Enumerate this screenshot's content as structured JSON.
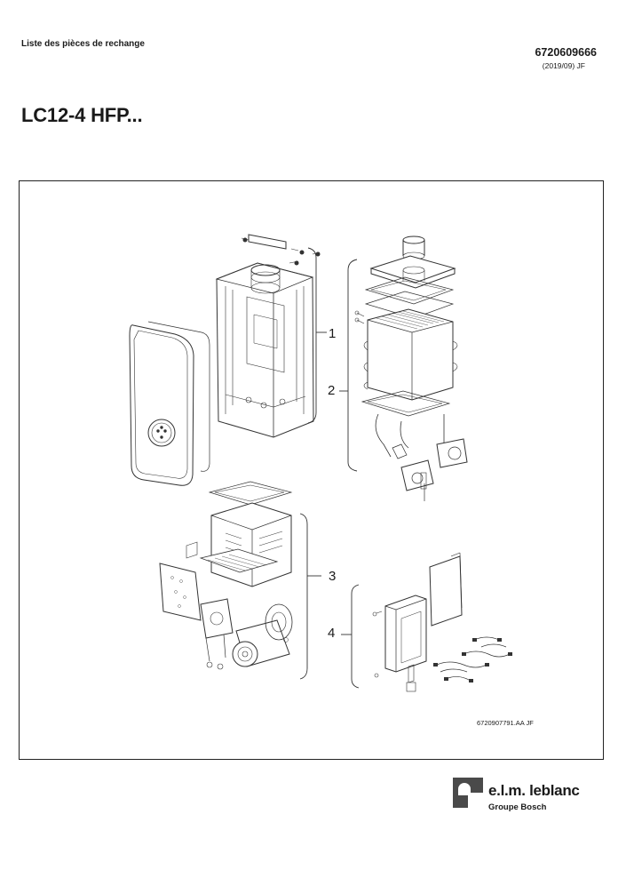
{
  "header": {
    "document_type": "Liste des pièces de rechange",
    "doc_number": "6720609666",
    "revision": "(2019/09) JF"
  },
  "title": "LC12-4 HFP...",
  "diagram": {
    "callouts": [
      "1",
      "2",
      "3",
      "4"
    ],
    "drawing_ref": "6720907791.AA   JF"
  },
  "logo": {
    "brand": "e.l.m. leblanc",
    "group": "Groupe Bosch"
  }
}
